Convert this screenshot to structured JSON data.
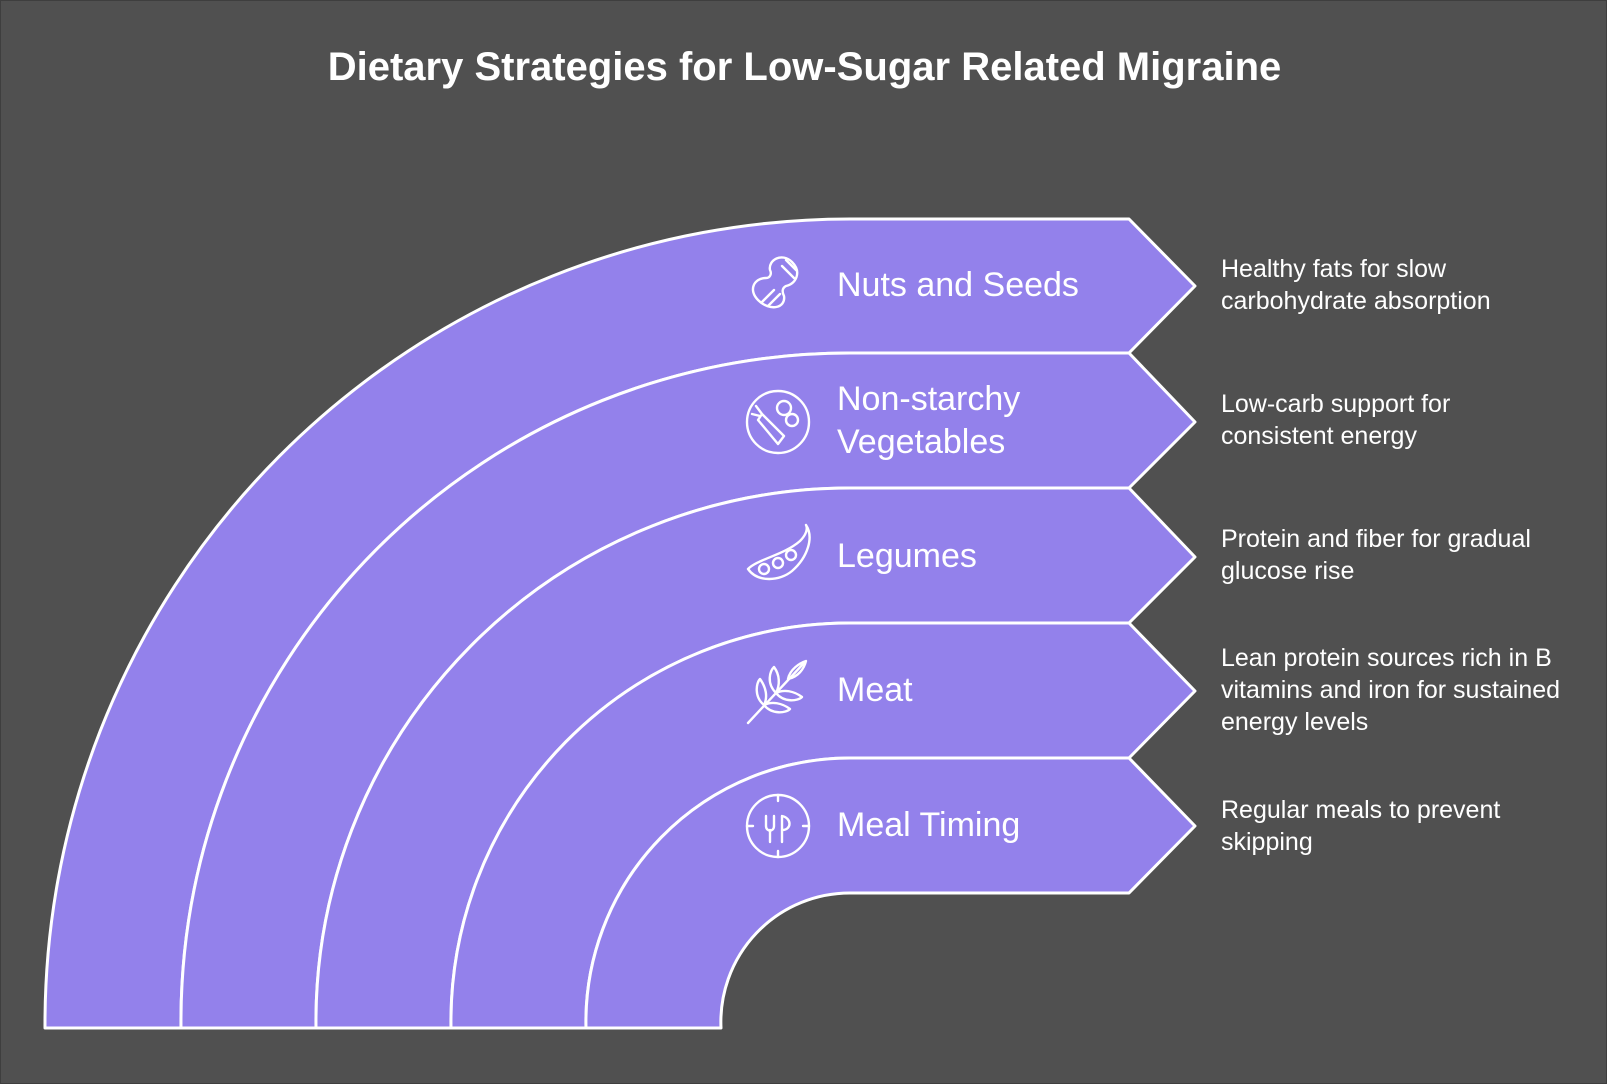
{
  "title": "Dietary Strategies for Low-Sugar Related Migraine",
  "colors": {
    "background": "#505050",
    "band_fill": "#9381eb",
    "band_stroke": "#ffffff",
    "text": "#ffffff"
  },
  "strategies": [
    {
      "label": "Nuts and Seeds",
      "icon": "peanut-icon",
      "description": "Healthy fats for slow carbohydrate absorption"
    },
    {
      "label": "Non-starchy Vegetables",
      "icon": "vegetables-icon",
      "description": "Low-carb support for consistent energy"
    },
    {
      "label": "Legumes",
      "icon": "pea-pod-icon",
      "description": "Protein and fiber for gradual glucose rise"
    },
    {
      "label": "Meat",
      "icon": "grain-leaf-icon",
      "description": "Lean protein sources rich in B vitamins and iron for sustained energy levels"
    },
    {
      "label": "Meal Timing",
      "icon": "clock-utensils-icon",
      "description": "Regular meals to prevent skipping"
    }
  ]
}
